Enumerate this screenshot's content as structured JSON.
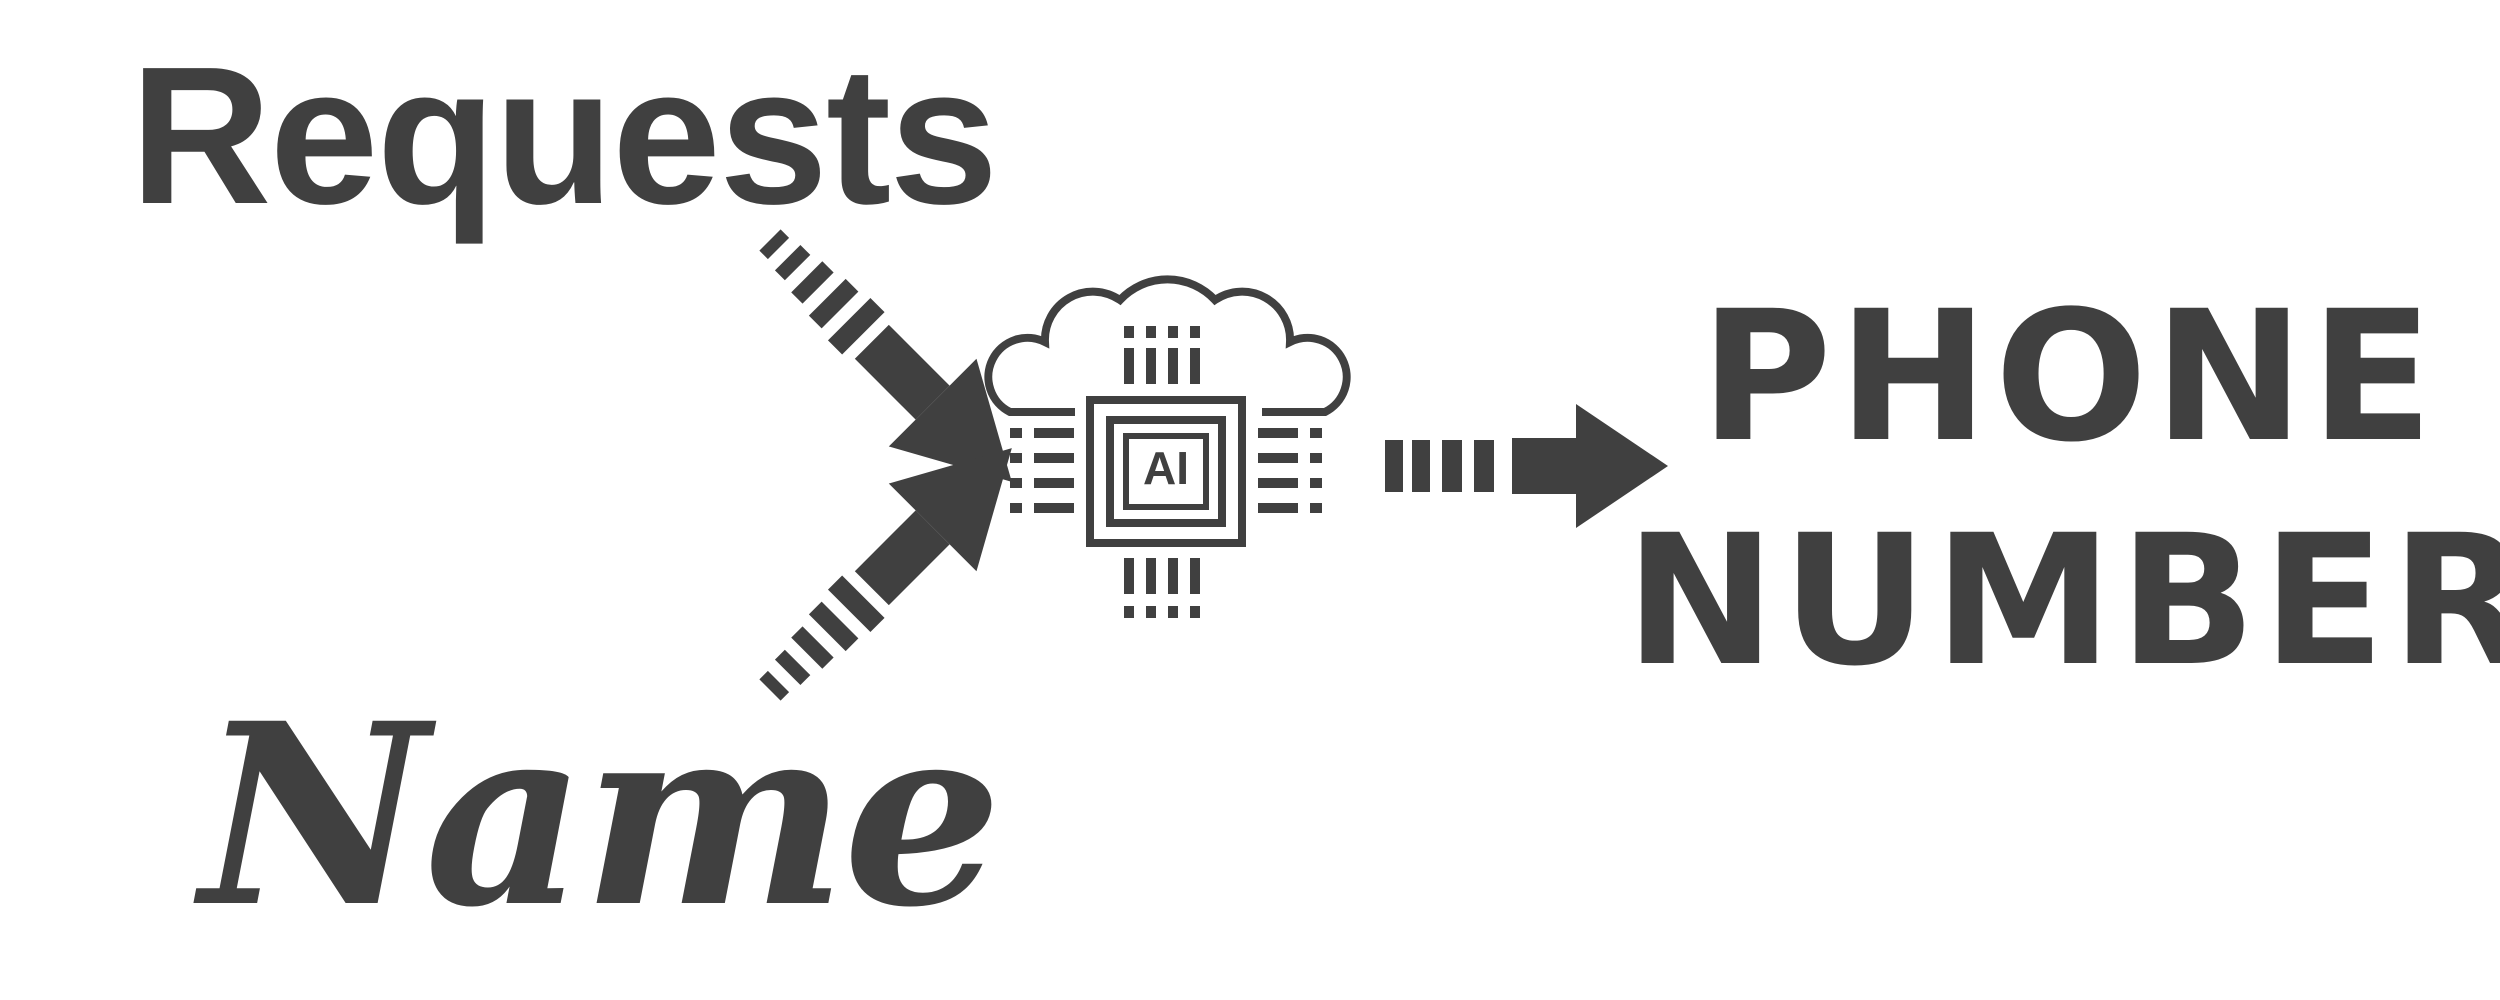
{
  "colors": {
    "ink": "#404040",
    "background": "#ffffff"
  },
  "inputs": {
    "top": "Requests",
    "bottom": "Name"
  },
  "processor": {
    "chip_label": "AI",
    "icon": "cloud-ai-chip-icon"
  },
  "output": {
    "line1": "PHONE",
    "line2": "NUMBER"
  }
}
